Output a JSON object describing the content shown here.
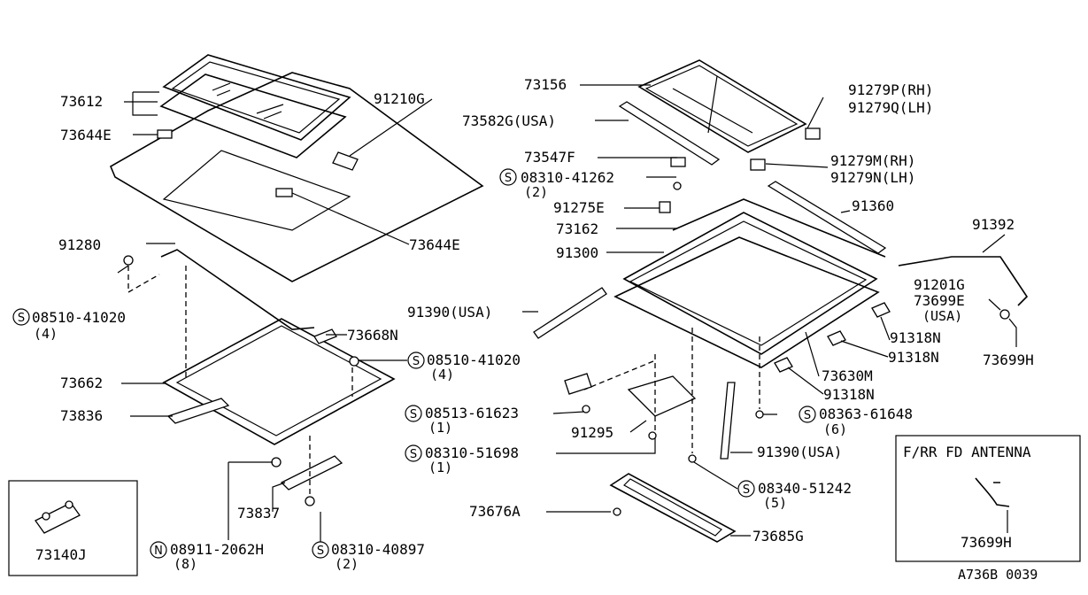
{
  "diagram_code": "A736B 0039",
  "antenna_box_title": "F/RR FD ANTENNA",
  "parts": {
    "p73612": "73612",
    "p73644E_a": "73644E",
    "p91210G": "91210G",
    "p73644E_b": "73644E",
    "p91280": "91280",
    "p08510_41020_a": "08510-41020",
    "q4_a": "(4)",
    "p73668N": "73668N",
    "p08510_41020_b": "08510-41020",
    "q4_b": "(4)",
    "p73662": "73662",
    "p73836": "73836",
    "p73837": "73837",
    "p08911_2062H": "08911-2062H",
    "q8": "(8)",
    "p08310_40897": "08310-40897",
    "q2_a": "(2)",
    "p73140J": "73140J",
    "p73156": "73156",
    "p73582G": "73582G(USA)",
    "p73547F": "73547F",
    "p08310_41262": "08310-41262",
    "q2_b": "(2)",
    "p91275E": "91275E",
    "p73162": "73162",
    "p91300": "91300",
    "p91390_a": "91390(USA)",
    "p91279P": "91279P(RH)",
    "p91279Q": "91279Q(LH)",
    "p91279M": "91279M(RH)",
    "p91279N": "91279N(LH)",
    "p91360": "91360",
    "p91392": "91392",
    "p91201G": "91201G",
    "p73699E": "73699E",
    "usa": "(USA)",
    "p91318N_a": "91318N",
    "p91318N_b": "91318N",
    "p73699H_a": "73699H",
    "p73630M": "73630M",
    "p91318N_c": "91318N",
    "p08513_61623": "08513-61623",
    "q1_a": "(1)",
    "p08363_61648": "08363-61648",
    "q6": "(6)",
    "p91295": "91295",
    "p08310_51698": "08310-51698",
    "q1_b": "(1)",
    "p91390_b": "91390(USA)",
    "p08340_51242": "08340-51242",
    "q5": "(5)",
    "p73676A": "73676A",
    "p73685G": "73685G",
    "p73699H_b": "73699H"
  },
  "symbols": {
    "s": "S",
    "n": "N"
  }
}
